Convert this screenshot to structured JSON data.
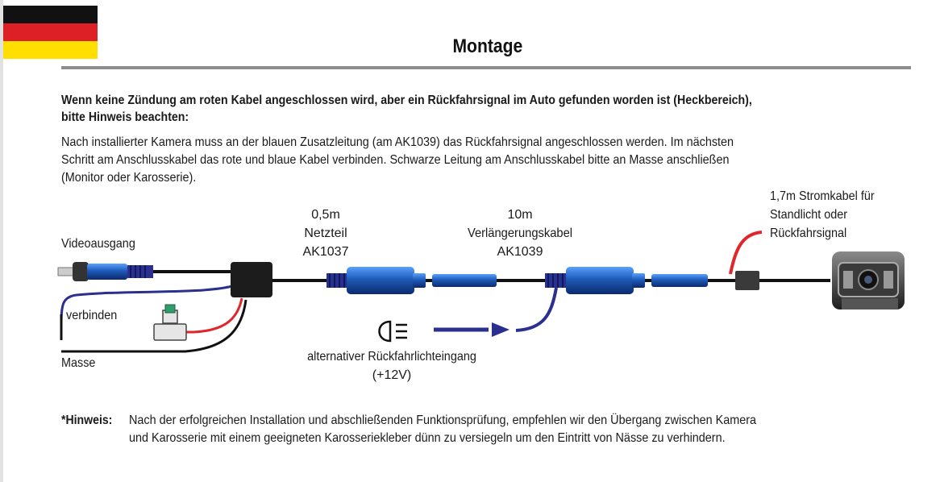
{
  "flag_colors": [
    "#111111",
    "#dd1f26",
    "#ffde00"
  ],
  "title": "Montage",
  "intro": {
    "heading_line1": "Wenn keine Zündung am roten Kabel angeschlossen wird, aber ein Rückfahrsignal im Auto gefunden worden ist (Heckbereich),",
    "heading_line2": "bitte Hinweis beachten:",
    "body_line1": "Nach installierter Kamera muss an der blauen Zusatzleitung (am AK1039) das Rückfahrsignal angeschlossen werden. Im nächsten",
    "body_line2": "Schritt am Anschlusskabel das rote und blaue Kabel verbinden. Schwarze Leitung am Anschlusskabel bitte an Masse anschließen",
    "body_line3": "(Monitor oder Karosserie)."
  },
  "diagram": {
    "video_out": "Videoausgang",
    "connect": "verbinden",
    "ground": "Masse",
    "psu": {
      "length": "0,5m",
      "name": "Netzteil",
      "code": "AK1037"
    },
    "extension": {
      "length": "10m",
      "name": "Verlängerungskabel",
      "code": "AK1039"
    },
    "power_cable": {
      "line1": "1,7m Stromkabel für",
      "line2": "Standlicht oder",
      "line3": "Rückfahrsignal"
    },
    "alt_input": {
      "line1": "alternativer Rückfahrlichteingang",
      "line2": "(+12V)"
    },
    "colors": {
      "blue": "#2b2f8f",
      "red": "#e0262b",
      "black": "#111111",
      "plug_blue": "#1e5bb8"
    }
  },
  "note": {
    "label": "*Hinweis:",
    "line1": "Nach der erfolgreichen Installation und abschließenden Funktionsprüfung, empfehlen wir den Übergang zwischen Kamera",
    "line2": "und Karosserie mit einem geeigneten Karosseriekleber dünn zu versiegeln um den Eintritt von Nässe zu verhindern."
  }
}
